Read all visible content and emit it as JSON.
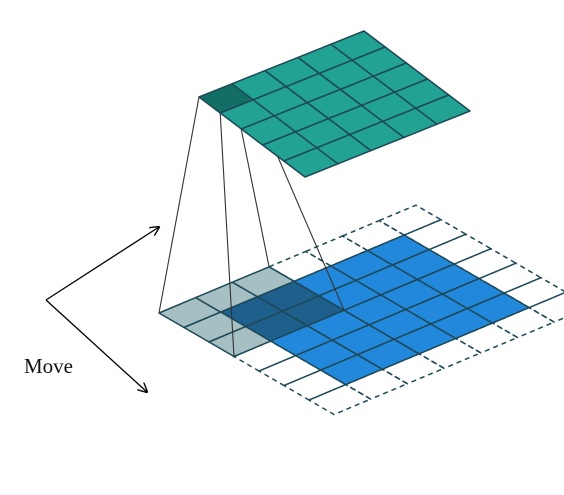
{
  "diagram": {
    "label": "Move",
    "output_grid": {
      "rows": 5,
      "cols": 5,
      "highlight": [
        0,
        0
      ]
    },
    "input_grid": {
      "rows": 5,
      "cols": 5,
      "padding": 1
    },
    "kernel": {
      "size": 3,
      "offset": [
        0,
        0
      ]
    },
    "colors": {
      "output_fill": "#22a293",
      "output_highlight": "#136f66",
      "input_fill": "#2288db",
      "kernel_fill": "#a6bfc2",
      "kernel_overlap": "#1e5f8c",
      "grid_line": "#1d4857",
      "projection_line": "#333333",
      "arrow": "#000000"
    }
  }
}
